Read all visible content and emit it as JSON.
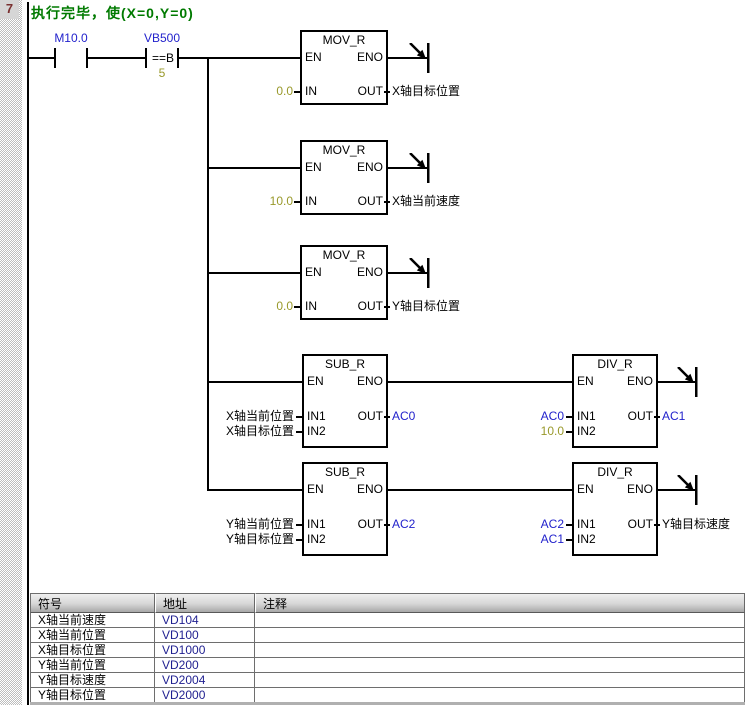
{
  "network": {
    "number": "7",
    "comment": "执行完毕，使(X=0,Y=0)"
  },
  "colors": {
    "comment_green": "#007a00",
    "operand_blue": "#2222cc",
    "constant_olive": "#99992b",
    "address_blue": "#1f1f90",
    "network_number_maroon": "#7a3030"
  },
  "pin_labels": {
    "en": "EN",
    "eno": "ENO",
    "in": "IN",
    "out": "OUT",
    "in1": "IN1",
    "in2": "IN2"
  },
  "contacts": [
    {
      "label": "M10.0"
    },
    {
      "label": "VB500",
      "compare": "==B",
      "operand": "5"
    }
  ],
  "blocks": [
    {
      "title": "MOV_R",
      "inputs": {
        "in": "0.0"
      },
      "output": "X轴目标位置"
    },
    {
      "title": "MOV_R",
      "inputs": {
        "in": "10.0"
      },
      "output": "X轴当前速度"
    },
    {
      "title": "MOV_R",
      "inputs": {
        "in": "0.0"
      },
      "output": "Y轴目标位置"
    },
    {
      "title": "SUB_R",
      "inputs": {
        "in1": "X轴当前位置",
        "in2": "X轴目标位置"
      },
      "output": "AC0"
    },
    {
      "title": "SUB_R",
      "inputs": {
        "in1": "Y轴当前位置",
        "in2": "Y轴目标位置"
      },
      "output": "AC2"
    },
    {
      "title": "DIV_R",
      "inputs": {
        "in1": "AC0",
        "in2": "10.0"
      },
      "output": "AC1"
    },
    {
      "title": "DIV_R",
      "inputs": {
        "in1": "AC2",
        "in2": "AC1"
      },
      "output": "Y轴目标速度"
    }
  ],
  "icons": {
    "open_arrow": "continuation-arrow"
  },
  "symbol_table": {
    "headers": [
      "符号",
      "地址",
      "注释"
    ],
    "rows": [
      [
        "X轴当前速度",
        "VD104",
        ""
      ],
      [
        "X轴当前位置",
        "VD100",
        ""
      ],
      [
        "X轴目标位置",
        "VD1000",
        ""
      ],
      [
        "Y轴当前位置",
        "VD200",
        ""
      ],
      [
        "Y轴目标速度",
        "VD2004",
        ""
      ],
      [
        "Y轴目标位置",
        "VD2000",
        ""
      ]
    ]
  }
}
